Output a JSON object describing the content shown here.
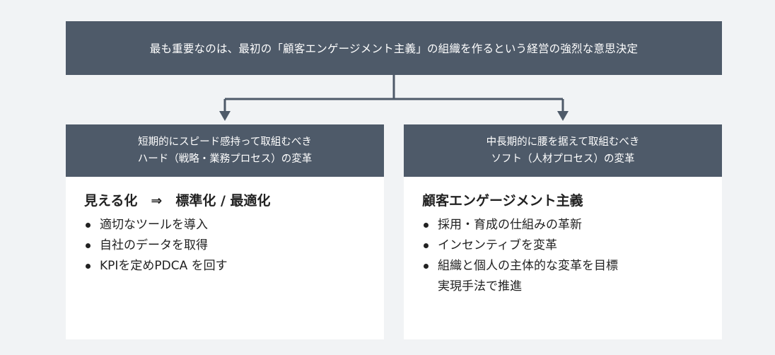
{
  "top": {
    "text": "最も重要なのは、最初の「顧客エンゲージメント主義」の組織を作るという経営の強烈な意思決定"
  },
  "left": {
    "header_line1": "短期的にスピード感持って取組むべき",
    "header_line2": "ハード（戦略・業務プロセス）の変革",
    "title": "見える化　⇒　標準化 / 最適化",
    "bullets": [
      "適切なツールを導入",
      "自社のデータを取得",
      "KPIを定めPDCA を回す"
    ]
  },
  "right": {
    "header_line1": "中長期的に腰を据えて取組むべき",
    "header_line2": "ソフト（人材プロセス）の変革",
    "title": "顧客エンゲージメント主義",
    "bullets": [
      "採用・育成の仕組みの革新",
      "インセンティブを変革"
    ],
    "bullet3_line1": "組織と個人の主体的な変革を目標",
    "bullet3_line2": "実現手法で推進"
  },
  "colors": {
    "box": "#4e5a69",
    "connector": "#4e5a69",
    "background": "#f1f3f5",
    "panel": "#ffffff"
  }
}
